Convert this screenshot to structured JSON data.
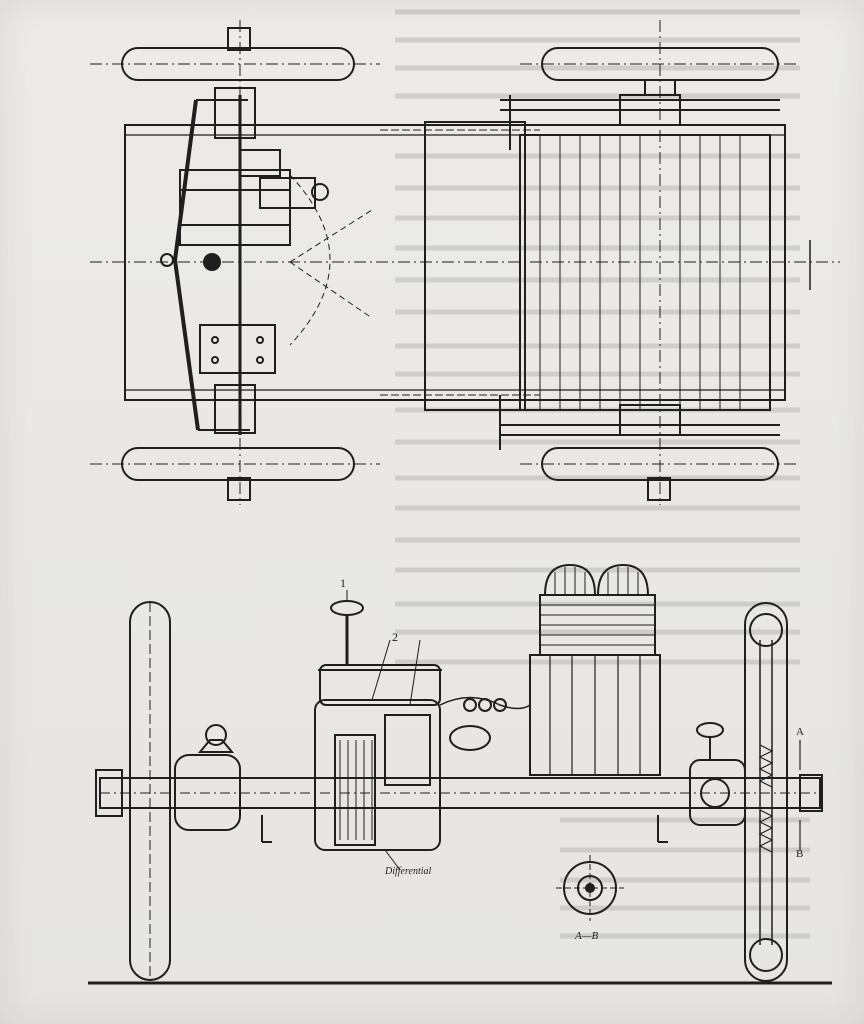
{
  "drawing": {
    "side_view": {
      "callouts": [
        "1",
        "2"
      ],
      "differential_label": "Differential",
      "section_label": "A—B",
      "section_letters": [
        "A",
        "B"
      ]
    }
  },
  "colors": {
    "ink": "#1f1f1f",
    "paper": "#e9e8e4",
    "faded_text": "#9a9a96"
  }
}
